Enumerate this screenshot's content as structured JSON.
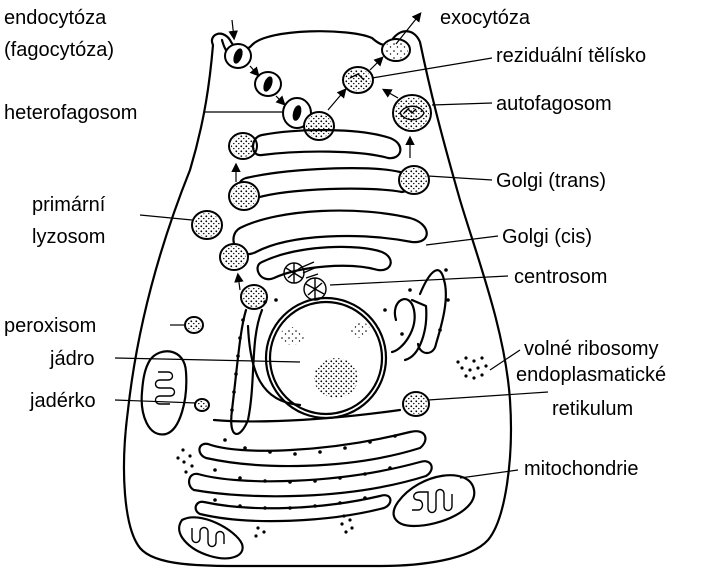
{
  "labels": {
    "endocytoza": "endocytóza",
    "fagocytoza": "(fagocytóza)",
    "exocytoza": "exocytóza",
    "rezidualni_telisko": "reziduální tělísko",
    "heterofagosom": "heterofagosom",
    "autofagosom": "autofagosom",
    "golgi_trans": "Golgi (trans)",
    "primarni": "primární",
    "lyzosom": "lyzosom",
    "golgi_cis": "Golgi (cis)",
    "centrosom": "centrosom",
    "peroxisom": "peroxisom",
    "jadro": "jádro",
    "volne_ribosomy": "volné ribosomy",
    "jaderko": "jadérko",
    "endoplasmaticke": "endoplasmatické",
    "retikulum": "retikulum",
    "mitochondrie": "mitochondrie"
  }
}
